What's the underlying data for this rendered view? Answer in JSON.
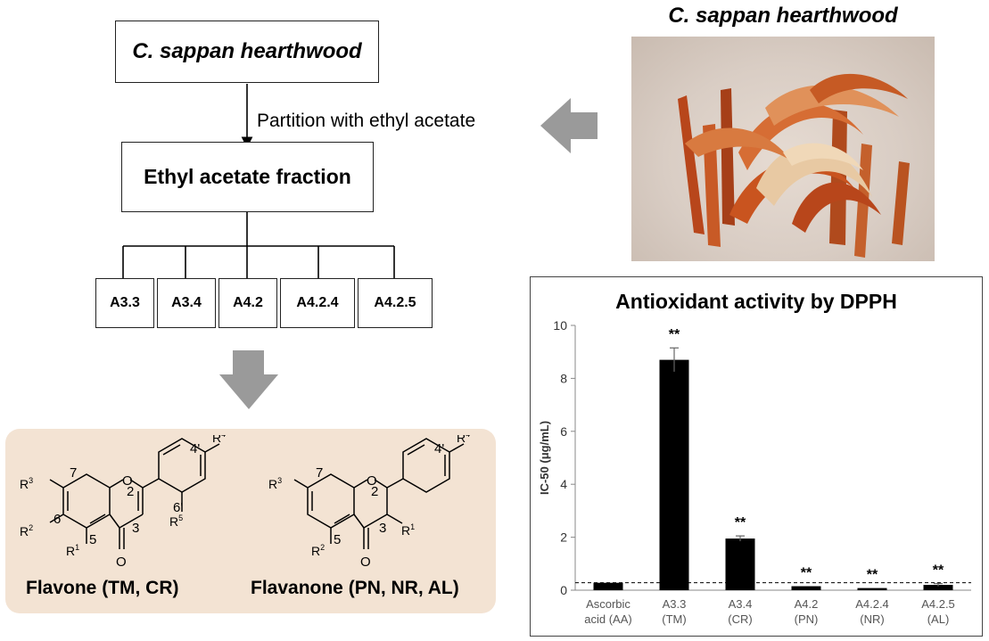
{
  "flowchart": {
    "source_label": "C. sappan hearthwood",
    "partition_label": "Partition with ethyl acetate",
    "fraction_label": "Ethyl acetate fraction",
    "subfractions": [
      "A3.3",
      "A3.4",
      "A4.2",
      "A4.2.4",
      "A4.2.5"
    ]
  },
  "photo": {
    "title": "C. sappan hearthwood"
  },
  "structures": {
    "flavone_caption": "Flavone (TM, CR)",
    "flavanone_caption": "Flavanone (PN, NR, AL)"
  },
  "colors": {
    "arrow_gray": "#9a9a9a",
    "panel_beige": "#f3e3d3",
    "bar_black": "#000000",
    "wood_orange": "#c9541f"
  },
  "chart_data": {
    "type": "bar",
    "title": "Antioxidant activity by DPPH",
    "ylabel": "IC-50 (μg/mL)",
    "xlabel": "",
    "ylim": [
      0,
      10
    ],
    "yticks": [
      0,
      2,
      4,
      6,
      8,
      10
    ],
    "categories": [
      [
        "Ascorbic",
        "acid (AA)"
      ],
      [
        "A3.3",
        "(TM)"
      ],
      [
        "A3.4",
        "(CR)"
      ],
      [
        "A4.2",
        "(PN)"
      ],
      [
        "A4.2.4",
        "(NR)"
      ],
      [
        "A4.2.5",
        "(AL)"
      ]
    ],
    "values": [
      0.28,
      8.7,
      1.95,
      0.15,
      0.08,
      0.2
    ],
    "errors": [
      0.0,
      0.45,
      0.1,
      0.0,
      0.0,
      0.05
    ],
    "significance": [
      "",
      "**",
      "**",
      "**",
      "**",
      "**"
    ],
    "reference_line": 0.28,
    "grid": false,
    "legend": "none"
  }
}
